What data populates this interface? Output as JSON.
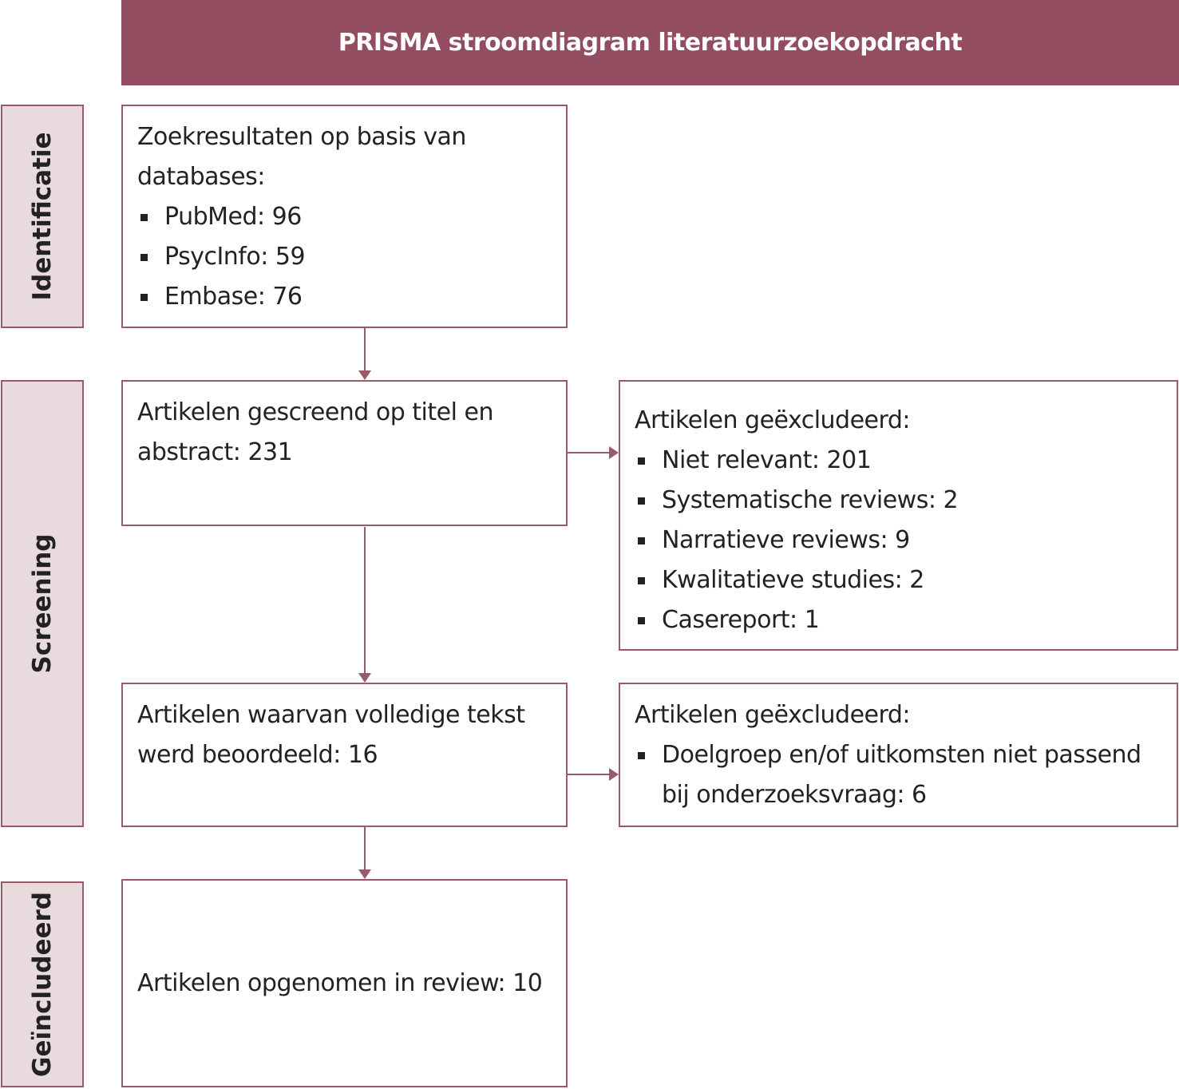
{
  "title": "PRISMA stroomdiagram literatuurzoekopdracht",
  "phases": [
    "Identificatie",
    "Screening",
    "Geïncludeerd"
  ],
  "identification": {
    "text": "Zoekresultaten op basis van databases:",
    "items": [
      "PubMed: 96",
      "PsycInfo: 59",
      "Embase: 76"
    ]
  },
  "screened": {
    "text": "Artikelen gescreend op titel en abstract: 231"
  },
  "excluded_1": {
    "text": "Artikelen geëxcludeerd:",
    "items": [
      "Niet relevant: 201",
      "Systematische reviews: 2",
      "Narratieve reviews: 9",
      "Kwalitatieve studies: 2",
      "Casereport: 1"
    ]
  },
  "fulltext": {
    "text": "Artikelen waarvan volledige tekst werd beoordeeld: 16"
  },
  "excluded_2": {
    "text": "Artikelen geëxcludeerd:",
    "items": [
      "Doelgroep en/of uitkomsten niet passend bij onderzoeksvraag: 6"
    ]
  },
  "included": {
    "text": "Artikelen opgenomen in review: 10"
  },
  "colors": {
    "header": "#924e60",
    "phase_fill": "#e8dadd",
    "border": "#9a5a6a"
  }
}
